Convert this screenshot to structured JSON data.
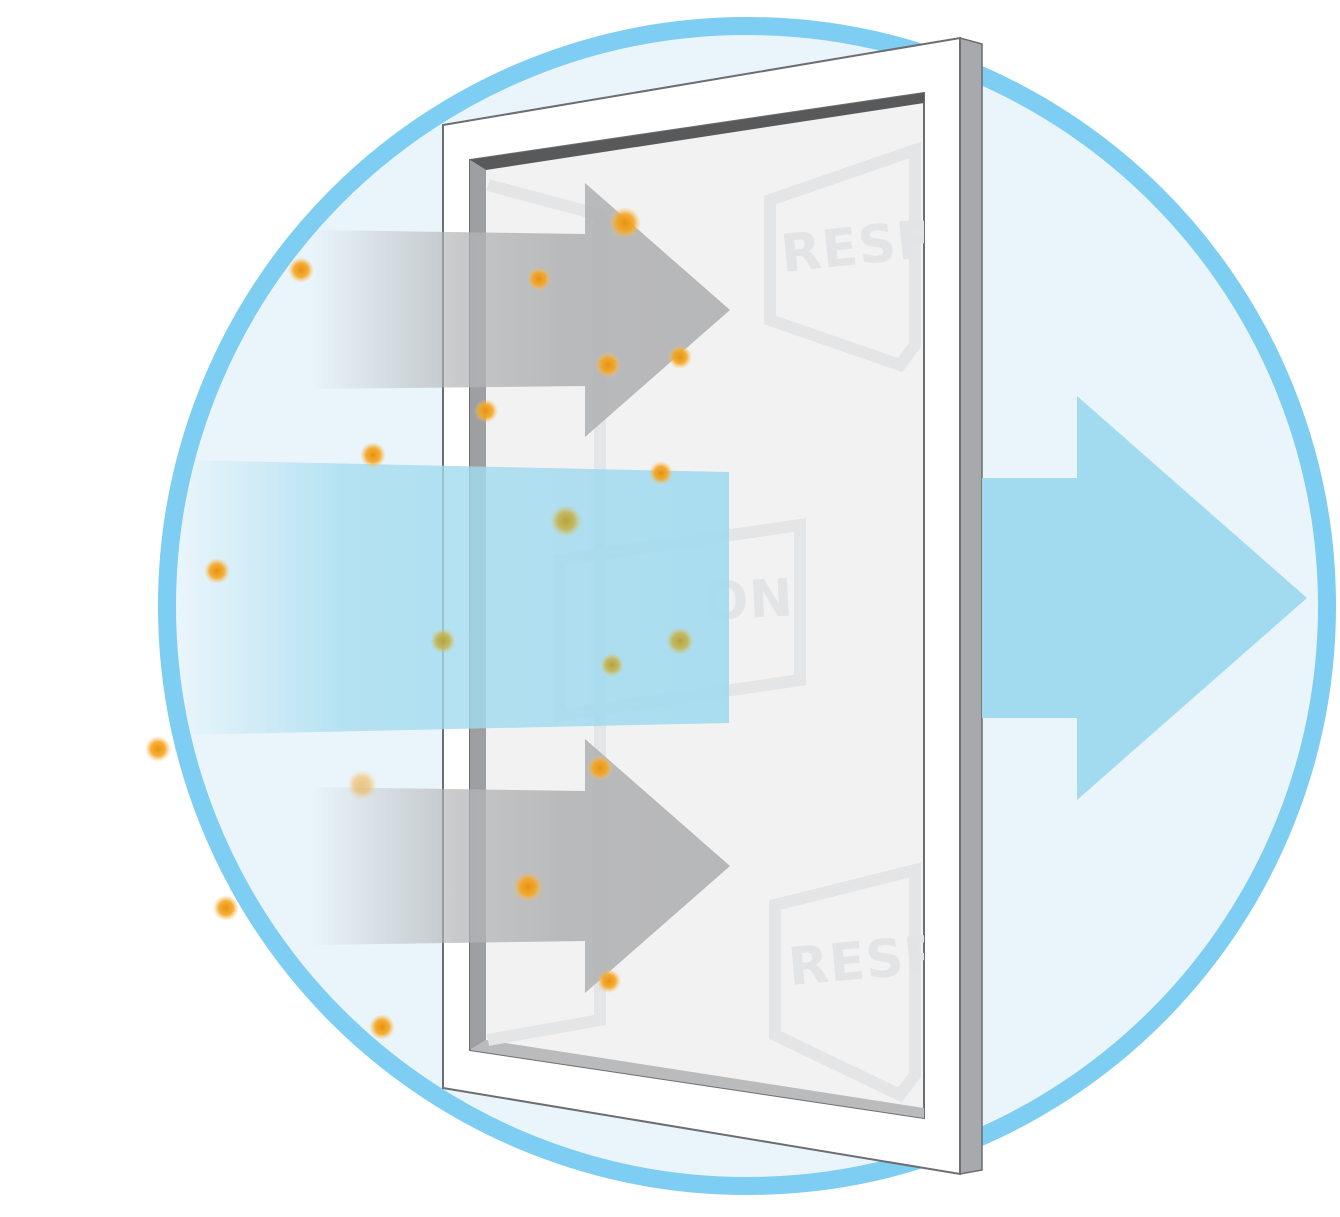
{
  "diagram": {
    "watermark_text_top": "RESPI",
    "watermark_text_middle": "ON",
    "watermark_text_bottom": "RESPI",
    "colors": {
      "circle_border": "#7ecdf2",
      "circle_fill": "#e9f5fb",
      "frame_fill": "#ffffff",
      "frame_outline": "#6d6e71",
      "frame_side": "#a7a9ac",
      "filter_media": "#f2f2f2",
      "gray_arrow": "#b3b4b6",
      "blue_arrow": "#a2dbef",
      "particle": "#f5a623"
    }
  }
}
